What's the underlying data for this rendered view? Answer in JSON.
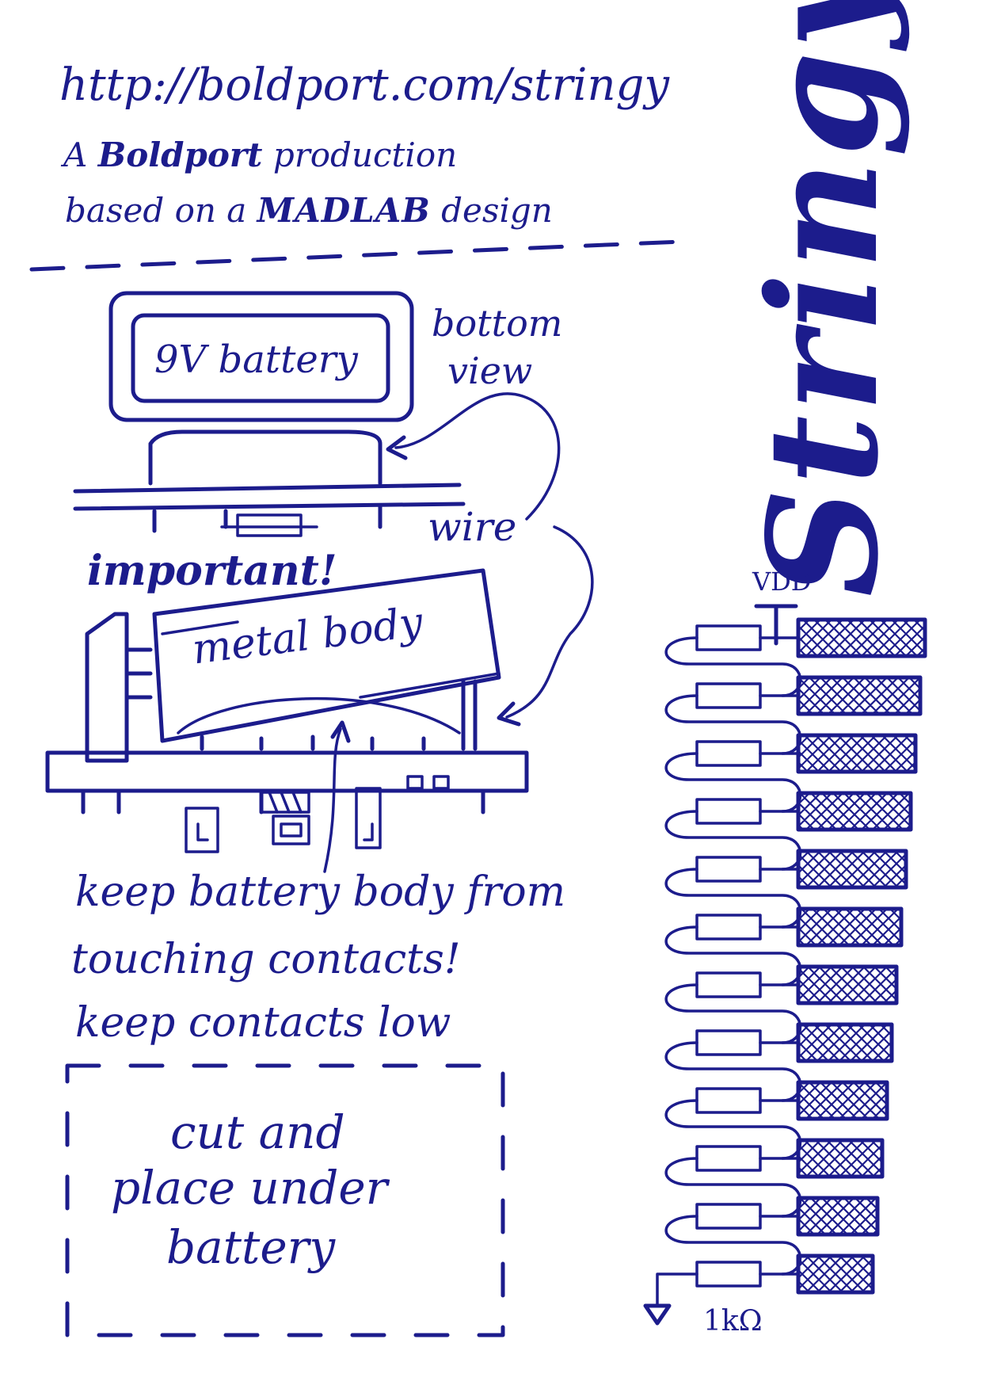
{
  "header": {
    "url": "http://boldport.com/stringy",
    "credit_prefix": "A",
    "credit_brand": "Boldport",
    "credit_suffix": "production",
    "design_prefix": "based on a",
    "design_brand": "MADLAB",
    "design_suffix": "design"
  },
  "title": "Stringy",
  "diagram": {
    "battery_label": "9V battery",
    "view_label_1": "bottom",
    "view_label_2": "view",
    "wire_label": "wire",
    "important_label": "important!",
    "metal_body_label": "metal body"
  },
  "notes": {
    "line1": "keep battery body from",
    "line2": "touching contacts!",
    "line3": "keep contacts low"
  },
  "cutout": {
    "line1": "cut and",
    "line2": "place under",
    "line3": "battery"
  },
  "schematic": {
    "vdd_label": "VDD",
    "resistor_label": "1kΩ",
    "stages": 12
  },
  "colors": {
    "ink": "#1c1c8c",
    "paper": "#ffffff"
  }
}
